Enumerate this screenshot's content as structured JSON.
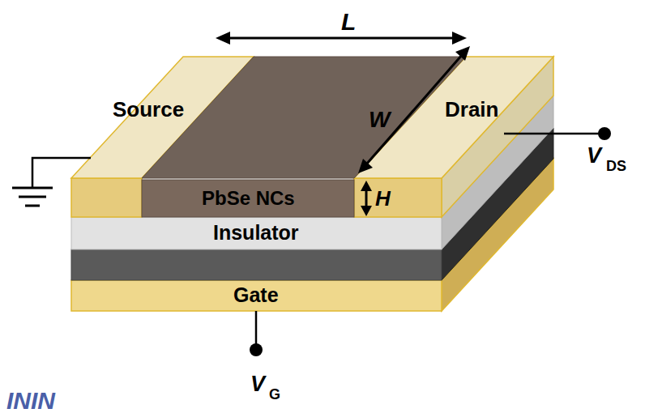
{
  "diagram": {
    "nodes": [
      {
        "text": [
          "Source"
        ]
      },
      {
        "text": [
          "PbSe NCs"
        ]
      },
      {
        "text": [
          "Drain"
        ]
      },
      {
        "text": [
          "Insulator"
        ]
      },
      {
        "text": [
          "Gate"
        ]
      }
    ],
    "labels": [
      "L",
      "W",
      "H",
      "V",
      "DS",
      "V",
      "G",
      "ININ"
    ]
  }
}
